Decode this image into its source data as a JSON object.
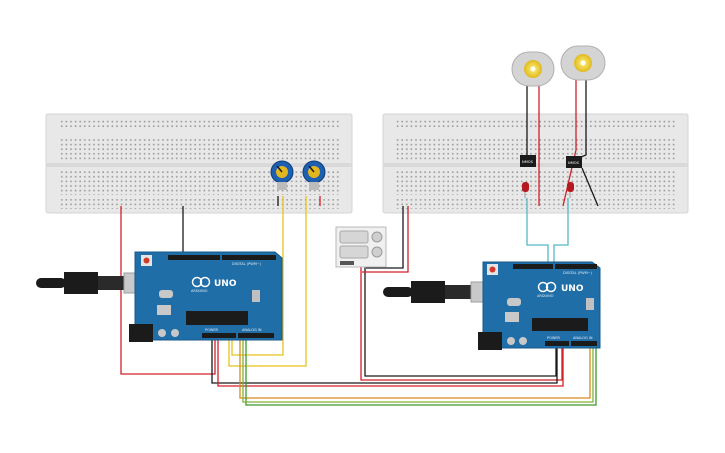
{
  "boards": {
    "left": {
      "brand": "ARDUINO",
      "model": "UNO",
      "digital_label": "DIGITAL (PWM~)",
      "power_label": "POWER",
      "analog_label": "ANALOG IN"
    },
    "right": {
      "brand": "ARDUINO",
      "model": "UNO",
      "digital_label": "DIGITAL (PWM~)",
      "power_label": "POWER",
      "analog_label": "ANALOG IN"
    }
  },
  "components": {
    "motor_driver_1": "NMOS",
    "motor_driver_2": "NMOS"
  },
  "colors": {
    "board": "#1f6ea8",
    "breadboard": "#e9e9e9",
    "wire_red": "#d0202a",
    "wire_black": "#1a1a1a",
    "wire_yellow": "#e8c21a",
    "wire_green": "#3a9a2a",
    "wire_orange": "#d98a1e",
    "wire_teal": "#54b9c2",
    "pot": "#1d5fb0"
  },
  "icons": [
    "usb-cable-icon",
    "dc-motor-icon",
    "potentiometer-icon",
    "led-icon",
    "battery-pack-icon"
  ]
}
